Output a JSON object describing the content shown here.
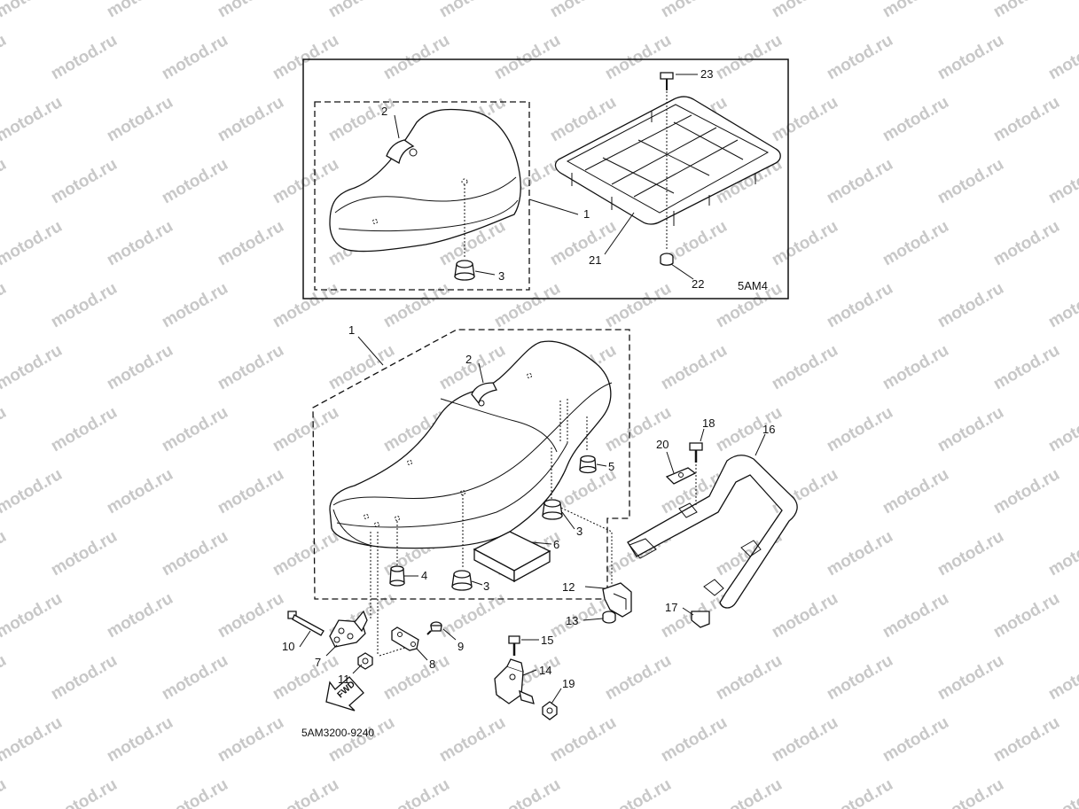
{
  "watermark": "motod.ru",
  "inset_code": "5AM4",
  "diagram_code": "5AM3200-9240",
  "fwd_label": "FWD",
  "callouts": {
    "inset_1": "1",
    "inset_2": "2",
    "inset_3": "3",
    "inset_21": "21",
    "inset_22": "22",
    "inset_23": "23",
    "c1": "1",
    "c2": "2",
    "c3a": "3",
    "c3b": "3",
    "c4": "4",
    "c5": "5",
    "c6": "6",
    "c7": "7",
    "c8": "8",
    "c9": "9",
    "c10": "10",
    "c11": "11",
    "c12": "12",
    "c13": "13",
    "c14": "14",
    "c15": "15",
    "c16": "16",
    "c17": "17",
    "c18": "18",
    "c19": "19",
    "c20": "20"
  }
}
